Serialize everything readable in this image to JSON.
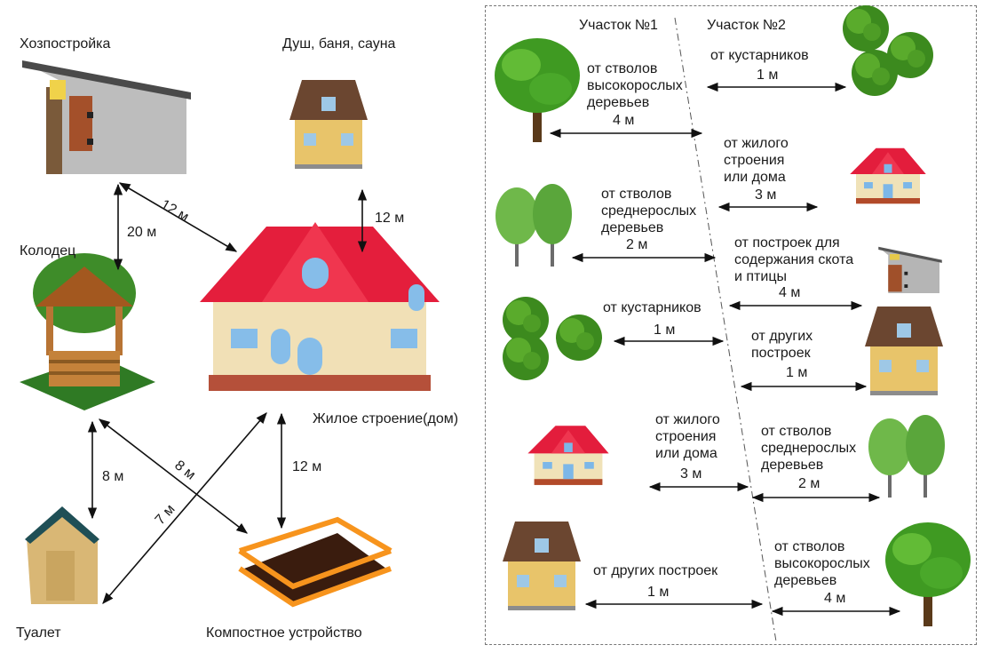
{
  "left": {
    "labels": {
      "outbuilding": "Хозпостройка",
      "shower": "Душ, баня, сауна",
      "well": "Колодец",
      "house": "Жилое строение(дом)",
      "toilet": "Туалет",
      "compost": "Компостное устройство"
    },
    "distances": {
      "outbuilding_house": "12 м",
      "outbuilding_well": "20 м",
      "shower_house": "12 м",
      "well_toilet": "8 м",
      "well_compost": "8 м",
      "house_toilet": "7 м",
      "house_compost": "12 м"
    }
  },
  "right": {
    "plot1_title": "Участок №1",
    "plot2_title": "Участок №2",
    "rows": [
      {
        "left_label": "от стволов высокорослых деревьев",
        "left_dist": "4 м",
        "right_label": "от кустарников",
        "right_dist": "1 м"
      },
      {
        "left_label": "от стволов среднерослых деревьев",
        "left_dist": "2 м",
        "right_label": "от жилого строения или дома",
        "right_dist": "3 м"
      },
      {
        "left_label": "от кустарников",
        "left_dist": "1 м",
        "right_label": "от построек для содержания скота и птицы",
        "right_dist": "4 м"
      },
      {
        "left_label": "от жилого строения или дома",
        "left_dist": "3 м",
        "right_label": "от других построек",
        "right_dist": "1 м"
      },
      {
        "left_label": "от других построек",
        "left_dist": "1 м",
        "right_label": "от стволов среднерослых деревьев",
        "right_dist": "2 м"
      },
      {
        "left_label": "",
        "left_dist": "",
        "right_label": "от стволов высокорослых деревьев",
        "right_dist": "4 м"
      }
    ]
  }
}
